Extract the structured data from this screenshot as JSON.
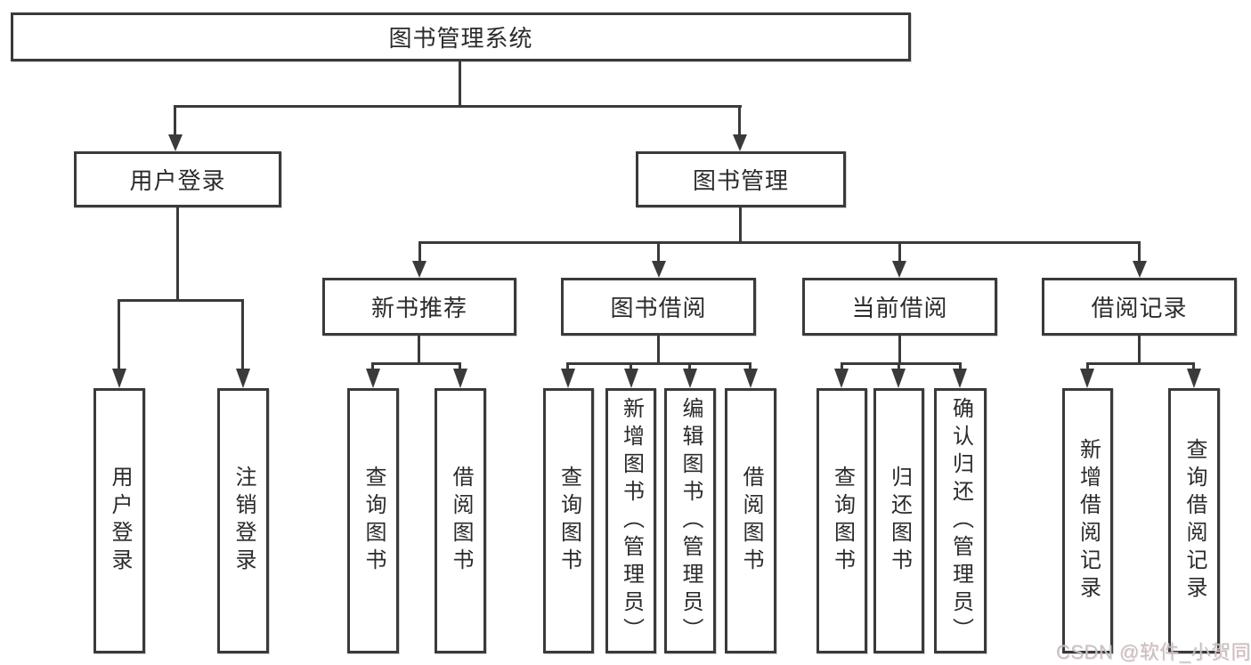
{
  "diagram_title": "图书管理系统",
  "tree": {
    "root": "图书管理系统",
    "branches": [
      {
        "label": "用户登录",
        "children": [
          "用户登录",
          "注销登录"
        ]
      },
      {
        "label": "图书管理",
        "children": [
          {
            "label": "新书推荐",
            "children": [
              "查询图书",
              "借阅图书"
            ]
          },
          {
            "label": "图书借阅",
            "children": [
              "查询图书",
              "新增图书（管理员）",
              "编辑图书（管理员）",
              "借阅图书"
            ]
          },
          {
            "label": "当前借阅",
            "children": [
              "查询图书",
              "归还图书",
              "确认归还（管理员）"
            ]
          },
          {
            "label": "借阅记录",
            "children": [
              "新增借阅记录",
              "查询借阅记录"
            ]
          }
        ]
      }
    ]
  },
  "watermark": "CSDN @软件_小贺同学",
  "colors": {
    "line": "#3a3a3a",
    "box_fill": "#ffffff",
    "text": "#2b2b2b",
    "watermark": "#c3c2c2"
  }
}
